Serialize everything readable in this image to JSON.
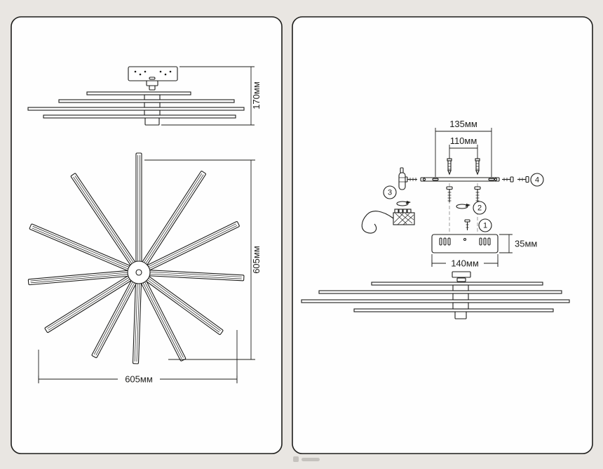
{
  "background_color": "#e9e6e2",
  "line_color": "#1d1d1b",
  "left_panel": {
    "side_view": {
      "height_dim": "170мм"
    },
    "top_view": {
      "height_dim": "605мм",
      "width_dim": "605мм"
    }
  },
  "right_panel": {
    "exploded_view": {
      "bracket_holes_dim": "135мм",
      "anchor_spacing_dim": "110мм",
      "canopy_height_dim": "35мм",
      "canopy_width_dim": "140мм",
      "callouts": {
        "step1": "1",
        "step2": "2",
        "step3": "3",
        "step4": "4"
      }
    }
  }
}
